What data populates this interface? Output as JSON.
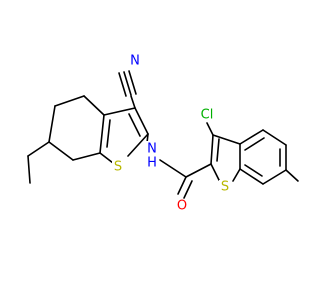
{
  "colors": {
    "background": "#ffffff",
    "bond": "#000000",
    "nitrogen": "#0000ff",
    "sulfur": "#b8b800",
    "oxygen": "#ff0000",
    "chlorine": "#00b000"
  },
  "atoms": {
    "nitrile_n": "N",
    "amide_nh": "N",
    "amide_h": "H",
    "left_s": "S",
    "right_s": "S",
    "carbonyl_o": "O",
    "chlorine": "Cl"
  }
}
